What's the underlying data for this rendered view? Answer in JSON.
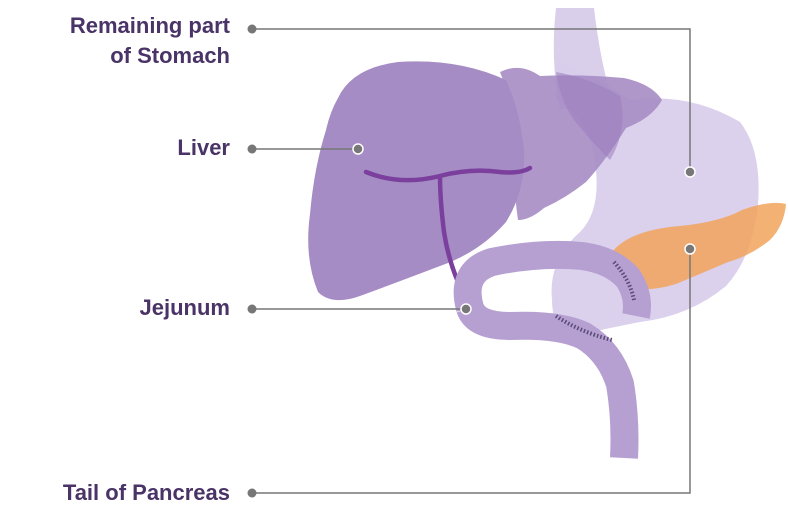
{
  "diagram": {
    "labels": {
      "stomach": {
        "line1": "Remaining part",
        "line2": "of Stomach"
      },
      "liver": "Liver",
      "jejunum": "Jejunum",
      "pancreas": "Tail of Pancreas"
    },
    "colors": {
      "label_text": "#4a3366",
      "liver": "#a68cc4",
      "liver_vessels": "#7b3f9e",
      "stomach": "#d7ccea",
      "jejunum": "#b6a0d2",
      "pancreas": "#f2a35c",
      "leader_lines": "#777777",
      "staples": "#5a4a75"
    }
  }
}
